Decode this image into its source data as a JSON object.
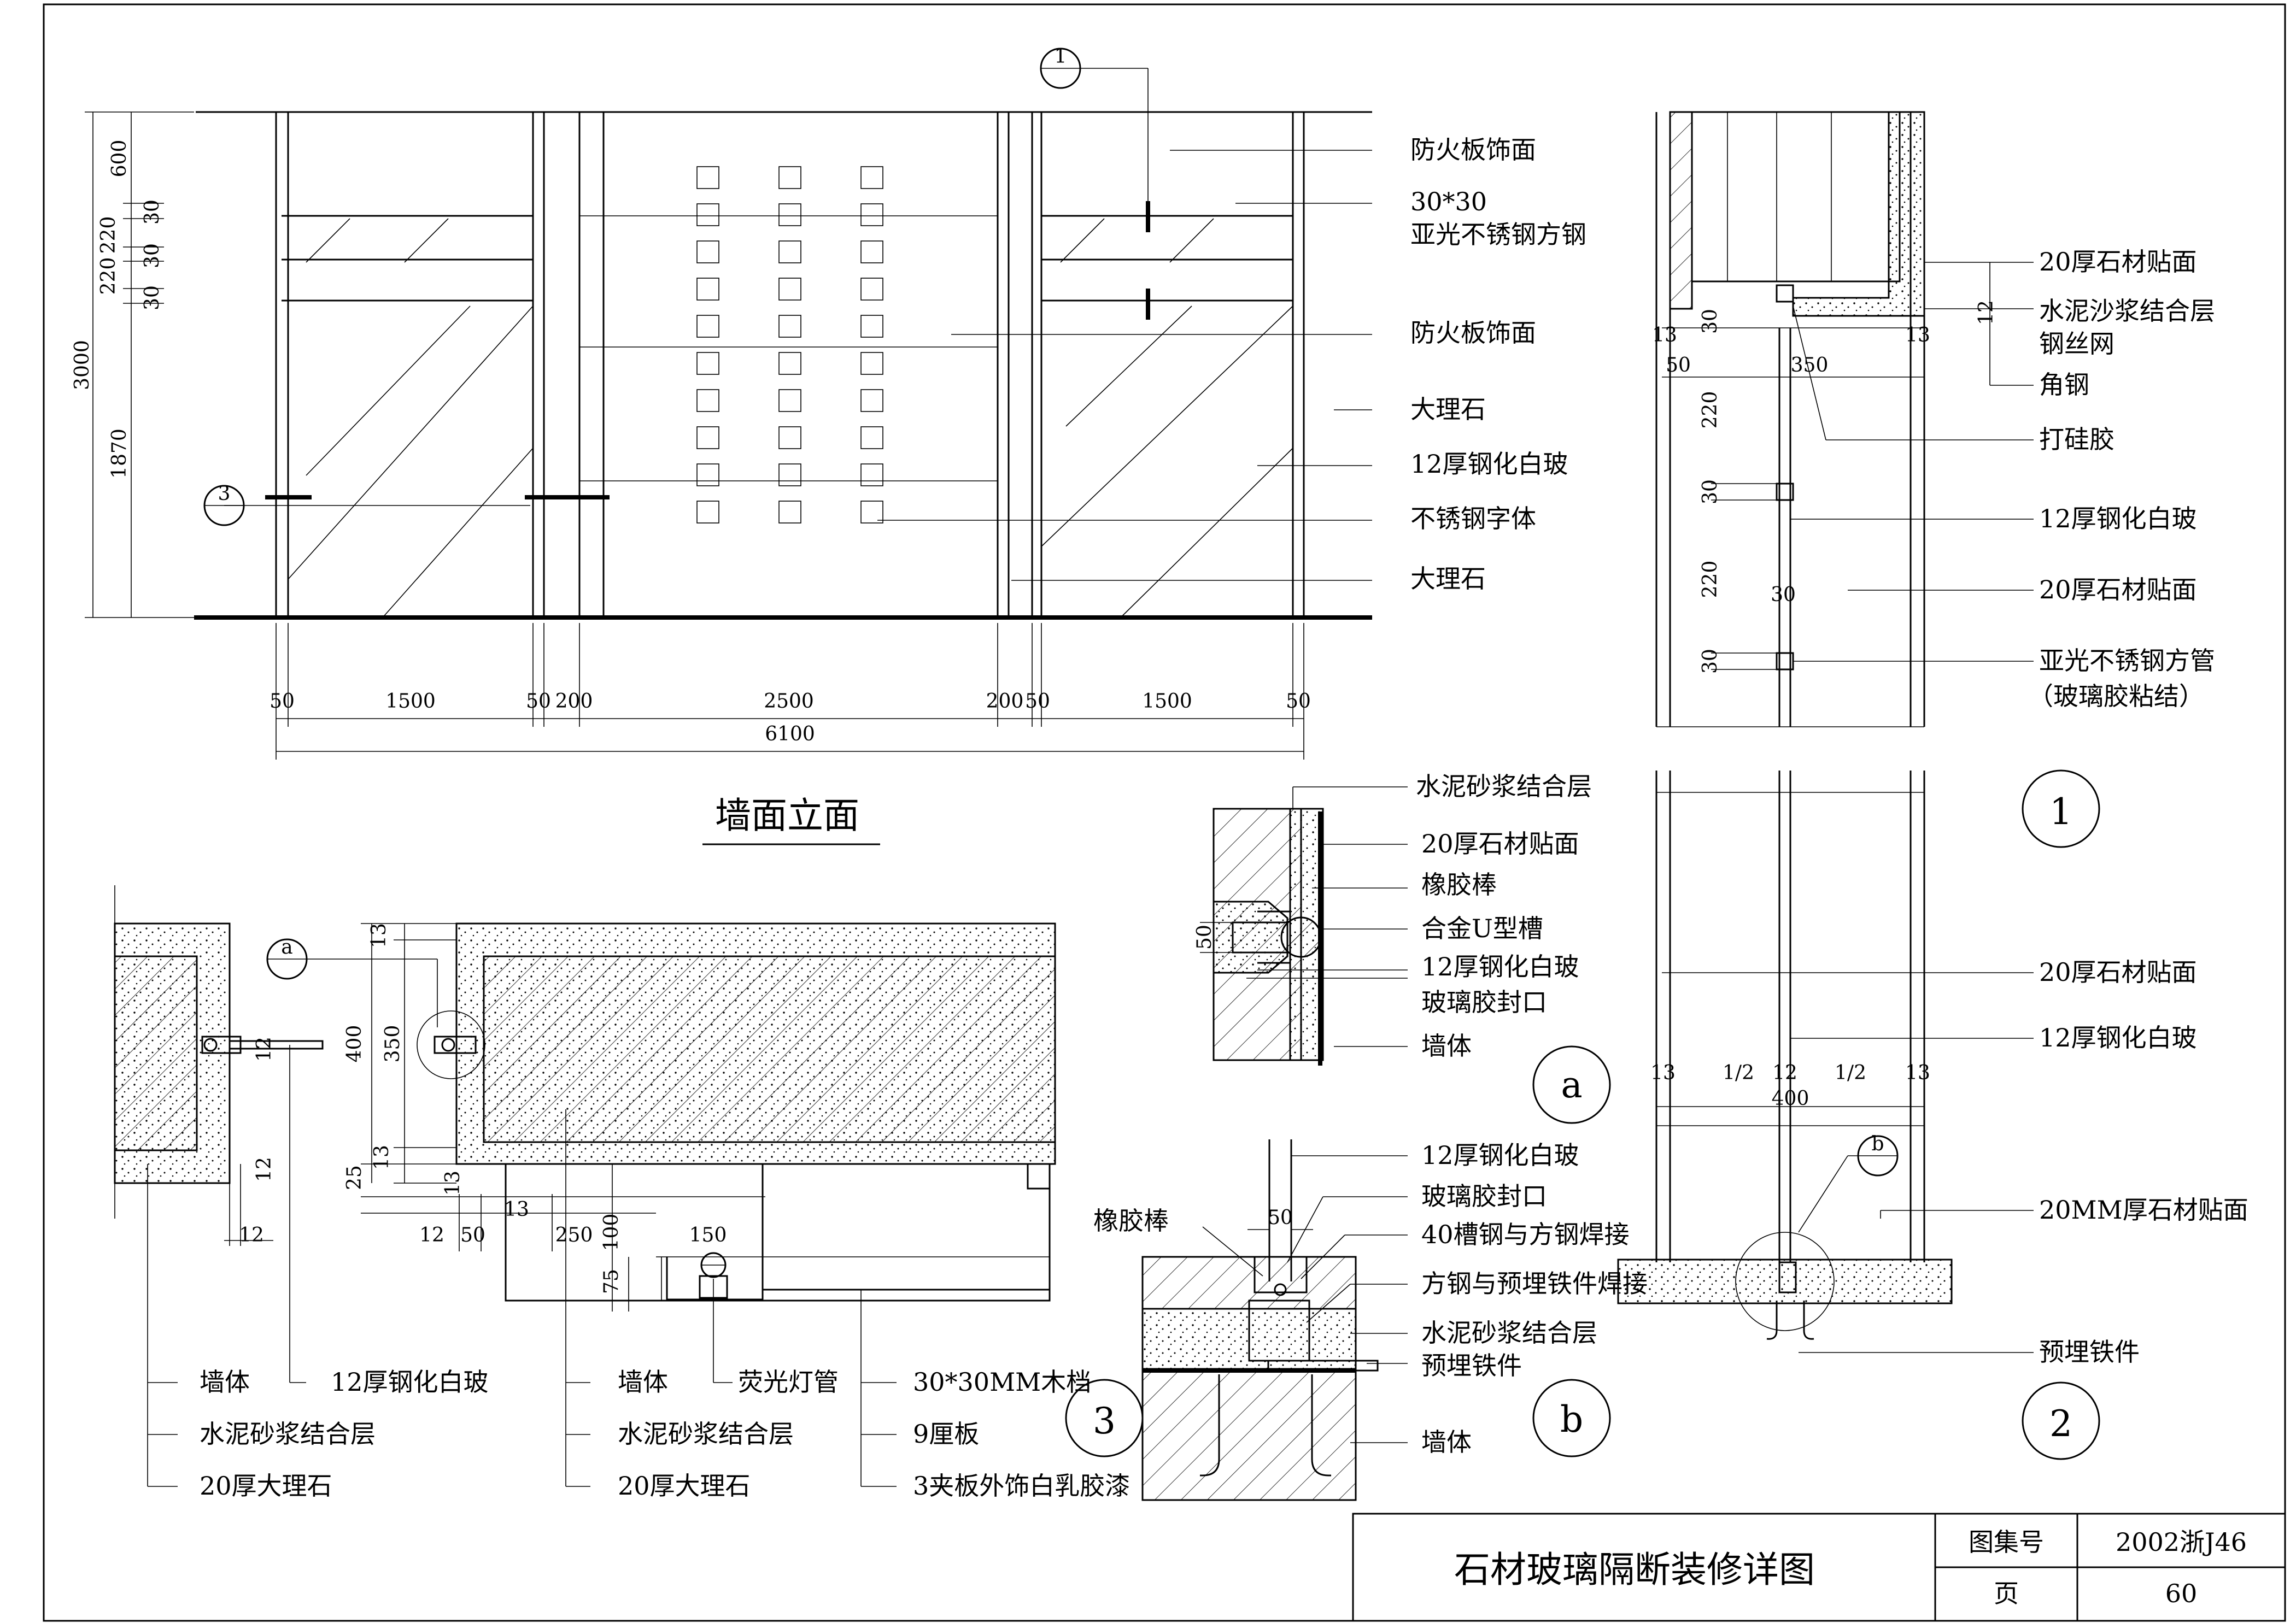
{
  "sheet": {
    "title": "石材玻璃隔断装修详图",
    "atlas_label": "图集号",
    "atlas_no": "2002浙J46",
    "page_label": "页",
    "page_no": "60"
  },
  "elevation": {
    "title": "墙面立面",
    "callouts": [
      "防火板饰面",
      "30*30",
      "亚光不锈钢方钢",
      "防火板饰面",
      "大理石",
      "12厚钢化白玻",
      "不锈钢字体",
      "大理石"
    ],
    "bottom_dims": [
      "50",
      "1500",
      "50",
      "200",
      "2500",
      "200",
      "50",
      "1500",
      "50"
    ],
    "total_width": "6100",
    "left_dims": [
      "600",
      "30",
      "220",
      "30",
      "220",
      "30",
      "1870"
    ],
    "height": "3000",
    "bubble_1": "1",
    "bubble_3": "3"
  },
  "section1": {
    "labels": [
      "20厚石材贴面",
      "水泥沙浆结合层",
      "钢丝网",
      "角钢",
      "打硅胶",
      "12厚钢化白玻",
      "20厚石材贴面",
      "亚光不锈钢方管",
      "（玻璃胶粘结）"
    ],
    "dims": [
      "13",
      "50",
      "350",
      "13",
      "30",
      "220",
      "30",
      "220",
      "30",
      "30",
      "12"
    ],
    "id": "1"
  },
  "section2": {
    "labels": [
      "20厚石材贴面",
      "12厚钢化白玻",
      "20MM厚石材贴面",
      "预埋铁件"
    ],
    "dims": [
      "13",
      "1/2",
      "12",
      "1/2",
      "13",
      "400"
    ],
    "bubble_b": "b",
    "id": "2"
  },
  "detail_a": {
    "labels": [
      "水泥砂浆结合层",
      "20厚石材贴面",
      "橡胶棒",
      "合金U型槽",
      "12厚钢化白玻",
      "玻璃胶封口",
      "墙体"
    ],
    "dims": [
      "50"
    ],
    "id": "a"
  },
  "detail_b": {
    "labels": [
      "12厚钢化白玻",
      "玻璃胶封口",
      "40槽钢与方钢焊接",
      "方钢与预埋铁件焊接",
      "水泥砂浆结合层",
      "预埋铁件",
      "墙体"
    ],
    "left_label": "橡胶棒",
    "dims": [
      "50"
    ],
    "id": "b"
  },
  "section3": {
    "labels_left": [
      "墙体",
      "水泥砂浆结合层",
      "20厚大理石"
    ],
    "label_glass": "12厚钢化白玻",
    "labels_mid": [
      "墙体",
      "水泥砂浆结合层",
      "20厚大理石"
    ],
    "label_lamp": "荧光灯管",
    "labels_right": [
      "30*30MM木档",
      "9厘板",
      "3夹板外饰白乳胶漆"
    ],
    "dims": [
      "13",
      "400",
      "350",
      "25",
      "13",
      "13",
      "12",
      "12",
      "12",
      "12",
      "50",
      "13",
      "250",
      "100",
      "150",
      "75"
    ],
    "bubble_a": "a",
    "id": "3"
  }
}
